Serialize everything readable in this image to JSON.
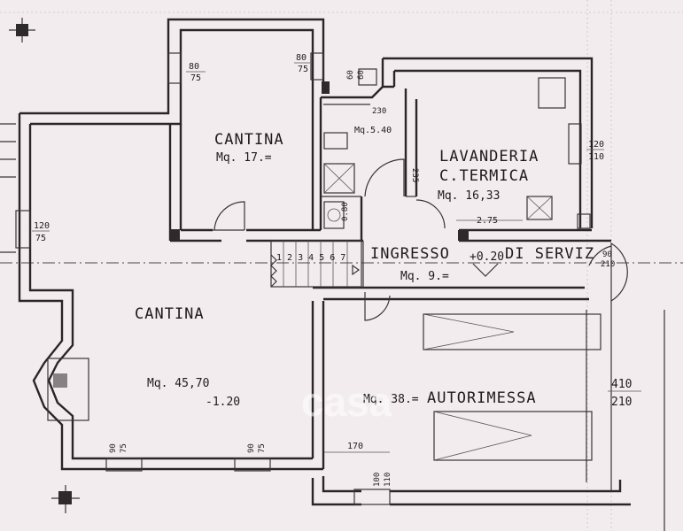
{
  "rooms": {
    "cantina_top_name": "CANTINA",
    "cantina_top_area": "Mq. 17.=",
    "bagno_area": "Mq.5.40",
    "lavanderia_name_1": "LAVANDERIA",
    "lavanderia_name_2": "C.TERMICA",
    "lavanderia_area": "Mq. 16,33",
    "cantina_main_name": "CANTINA",
    "cantina_main_area": "Mq. 45,70",
    "cantina_main_level": "-1.20",
    "ingresso_name": "INGRESSO",
    "ingresso_level": "+0.20",
    "ingresso_suffix": "DI SERVIZ",
    "ingresso_area": "Mq. 9.=",
    "autorimessa_area": "Mq. 38.=",
    "autorimessa_name": "AUTORIMESSA"
  },
  "dimensions": {
    "win_80_75_a_top": "80",
    "win_80_75_a_bot": "75",
    "win_80_75_b_top": "80",
    "win_80_75_b_bot": "75",
    "win_60_60_top": "60",
    "win_60_60_bot": "60",
    "dim_230": "230",
    "dim_235": "235",
    "win_120_110_top": "120",
    "win_120_110_bot": "110",
    "dim_275": "2.75",
    "win_120_75_top": "120",
    "win_120_75_bot": "75",
    "dim_080": "0.80",
    "stair_steps": "1 2 3 4 5 6 7",
    "win_90_210_top": "90",
    "win_90_210_bot": "210",
    "win_90_75_a_top": "90",
    "win_90_75_a_bot": "75",
    "win_90_75_b_top": "90",
    "win_90_75_b_bot": "75",
    "dim_170": "170",
    "win_100_110_top": "100",
    "win_100_110_bot": "110",
    "garage_door_top": "410",
    "garage_door_bot": "210"
  },
  "watermark": "casa"
}
